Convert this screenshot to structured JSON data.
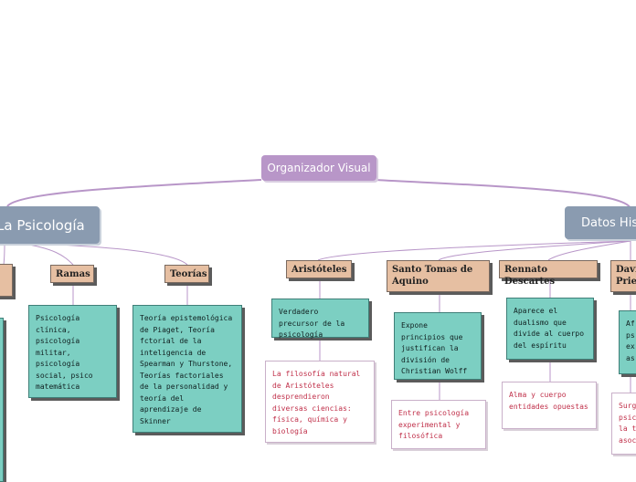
{
  "root": {
    "label": "Organizador Visual"
  },
  "left_topic": {
    "label": "La Psicología"
  },
  "right_topic": {
    "label": "Datos Hist"
  },
  "left_children": {
    "ramas": {
      "label": "Ramas",
      "detail": "Psicología clínica, psicología militar, psicología social, psico matemática"
    },
    "teorias": {
      "label": "Teorías",
      "detail": "Teoría epistemológica de Piaget, Teoría fctorial de la inteligencia de Spearman y Thurstone, Teorías factoriales de la personalidad y teoría del aprendizaje de Skinner"
    }
  },
  "right_children": {
    "aristoteles": {
      "label": "Aristóteles",
      "detail": "Verdadero precursor de la psicología",
      "note": "La filosofía natural de Aristóteles desprendieron diversas ciencias: física, química y biología"
    },
    "aquino": {
      "label": "Santo Tomas de Aquino",
      "detail": "Expone principios que justifican la división de Christian Wolff",
      "note": "Entre psicología experimental y filosófica"
    },
    "descartes": {
      "label": "Rennato Descartes",
      "detail": "Aparece el dualismo que divide al cuerpo del espíritu",
      "note": "Alma y cuerpo entidades opuestas"
    },
    "david": {
      "label": "Davi Prie",
      "detail": "Af ps ex as",
      "note": "Surg psic la t asoc"
    }
  }
}
